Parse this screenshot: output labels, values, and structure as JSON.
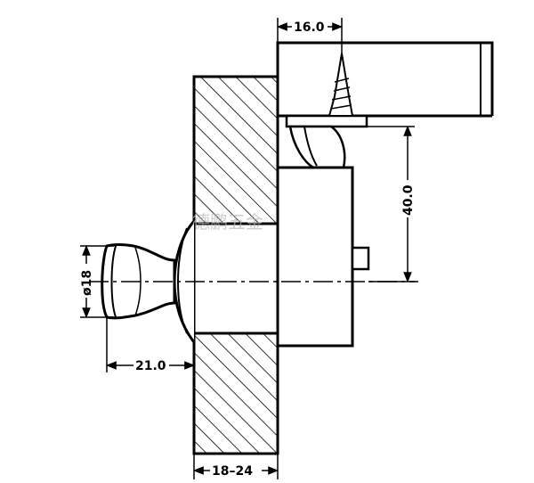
{
  "diagram": {
    "dimensions": {
      "top_width": "16.0",
      "height": "40.0",
      "knob_diameter": "ø18",
      "knob_projection": "21.0",
      "panel_thickness": "18–24"
    },
    "watermark": "德鹏五金"
  }
}
